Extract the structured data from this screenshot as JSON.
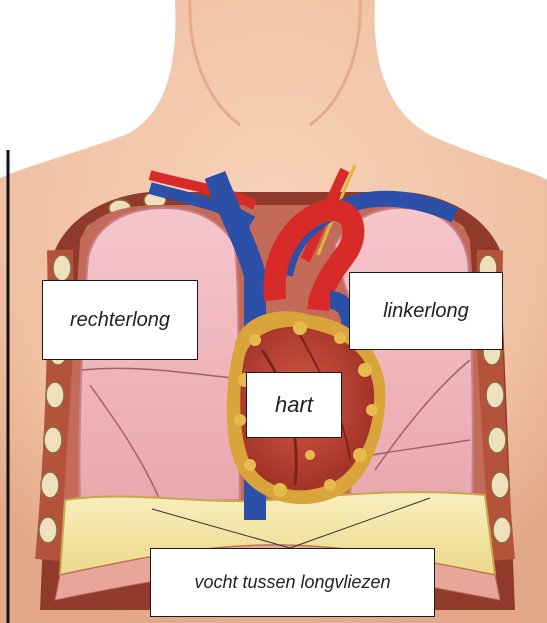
{
  "labels": {
    "right_lung": "rechterlong",
    "left_lung": "linkerlong",
    "heart": "hart",
    "pleural_fluid": "vocht tussen longvliezen"
  },
  "colors": {
    "skin": "#f2c4a6",
    "skin_shadow": "#e3a789",
    "lung": "#f0b8bd",
    "lung_edge": "#c98088",
    "heart": "#c94a3b",
    "heart_fat": "#d9a43a",
    "artery": "#d92a2a",
    "vein": "#2c4fa8",
    "pleural_fluid": "#f3e7a8",
    "diaphragm": "#e8a59a",
    "rib": "#b5523c",
    "rib_bone": "#efe0bd"
  },
  "icons": [
    "chest-illustration",
    "heart-illustration",
    "lung-illustration"
  ]
}
